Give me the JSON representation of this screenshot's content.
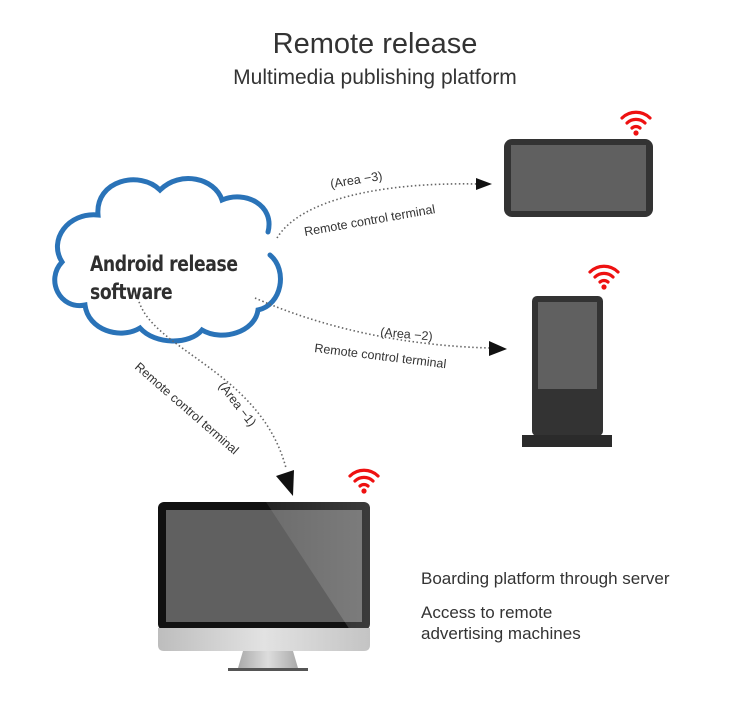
{
  "header": {
    "title": "Remote release",
    "subtitle": "Multimedia publishing platform"
  },
  "cloud": {
    "label_line1": "Android release",
    "label_line2": "software",
    "outline_color": "#2a73b8"
  },
  "connections": [
    {
      "area": "(Area −3)",
      "label": "Remote control terminal",
      "target": "tablet-display"
    },
    {
      "area": "(Area −2)",
      "label": "Remote control terminal",
      "target": "kiosk-stand"
    },
    {
      "area": "(Area −1)",
      "label": "Remote control terminal",
      "target": "desktop-monitor"
    }
  ],
  "devices": [
    {
      "name": "tablet-display",
      "wifi": true
    },
    {
      "name": "kiosk-stand",
      "wifi": true
    },
    {
      "name": "desktop-monitor",
      "wifi": true
    }
  ],
  "info": {
    "line1": "Boarding platform through server",
    "line2a": "Access to remote",
    "line2b": "advertising machines"
  },
  "colors": {
    "wifi": "#ee1111",
    "device_frame": "#333333",
    "device_screen": "#606060"
  }
}
